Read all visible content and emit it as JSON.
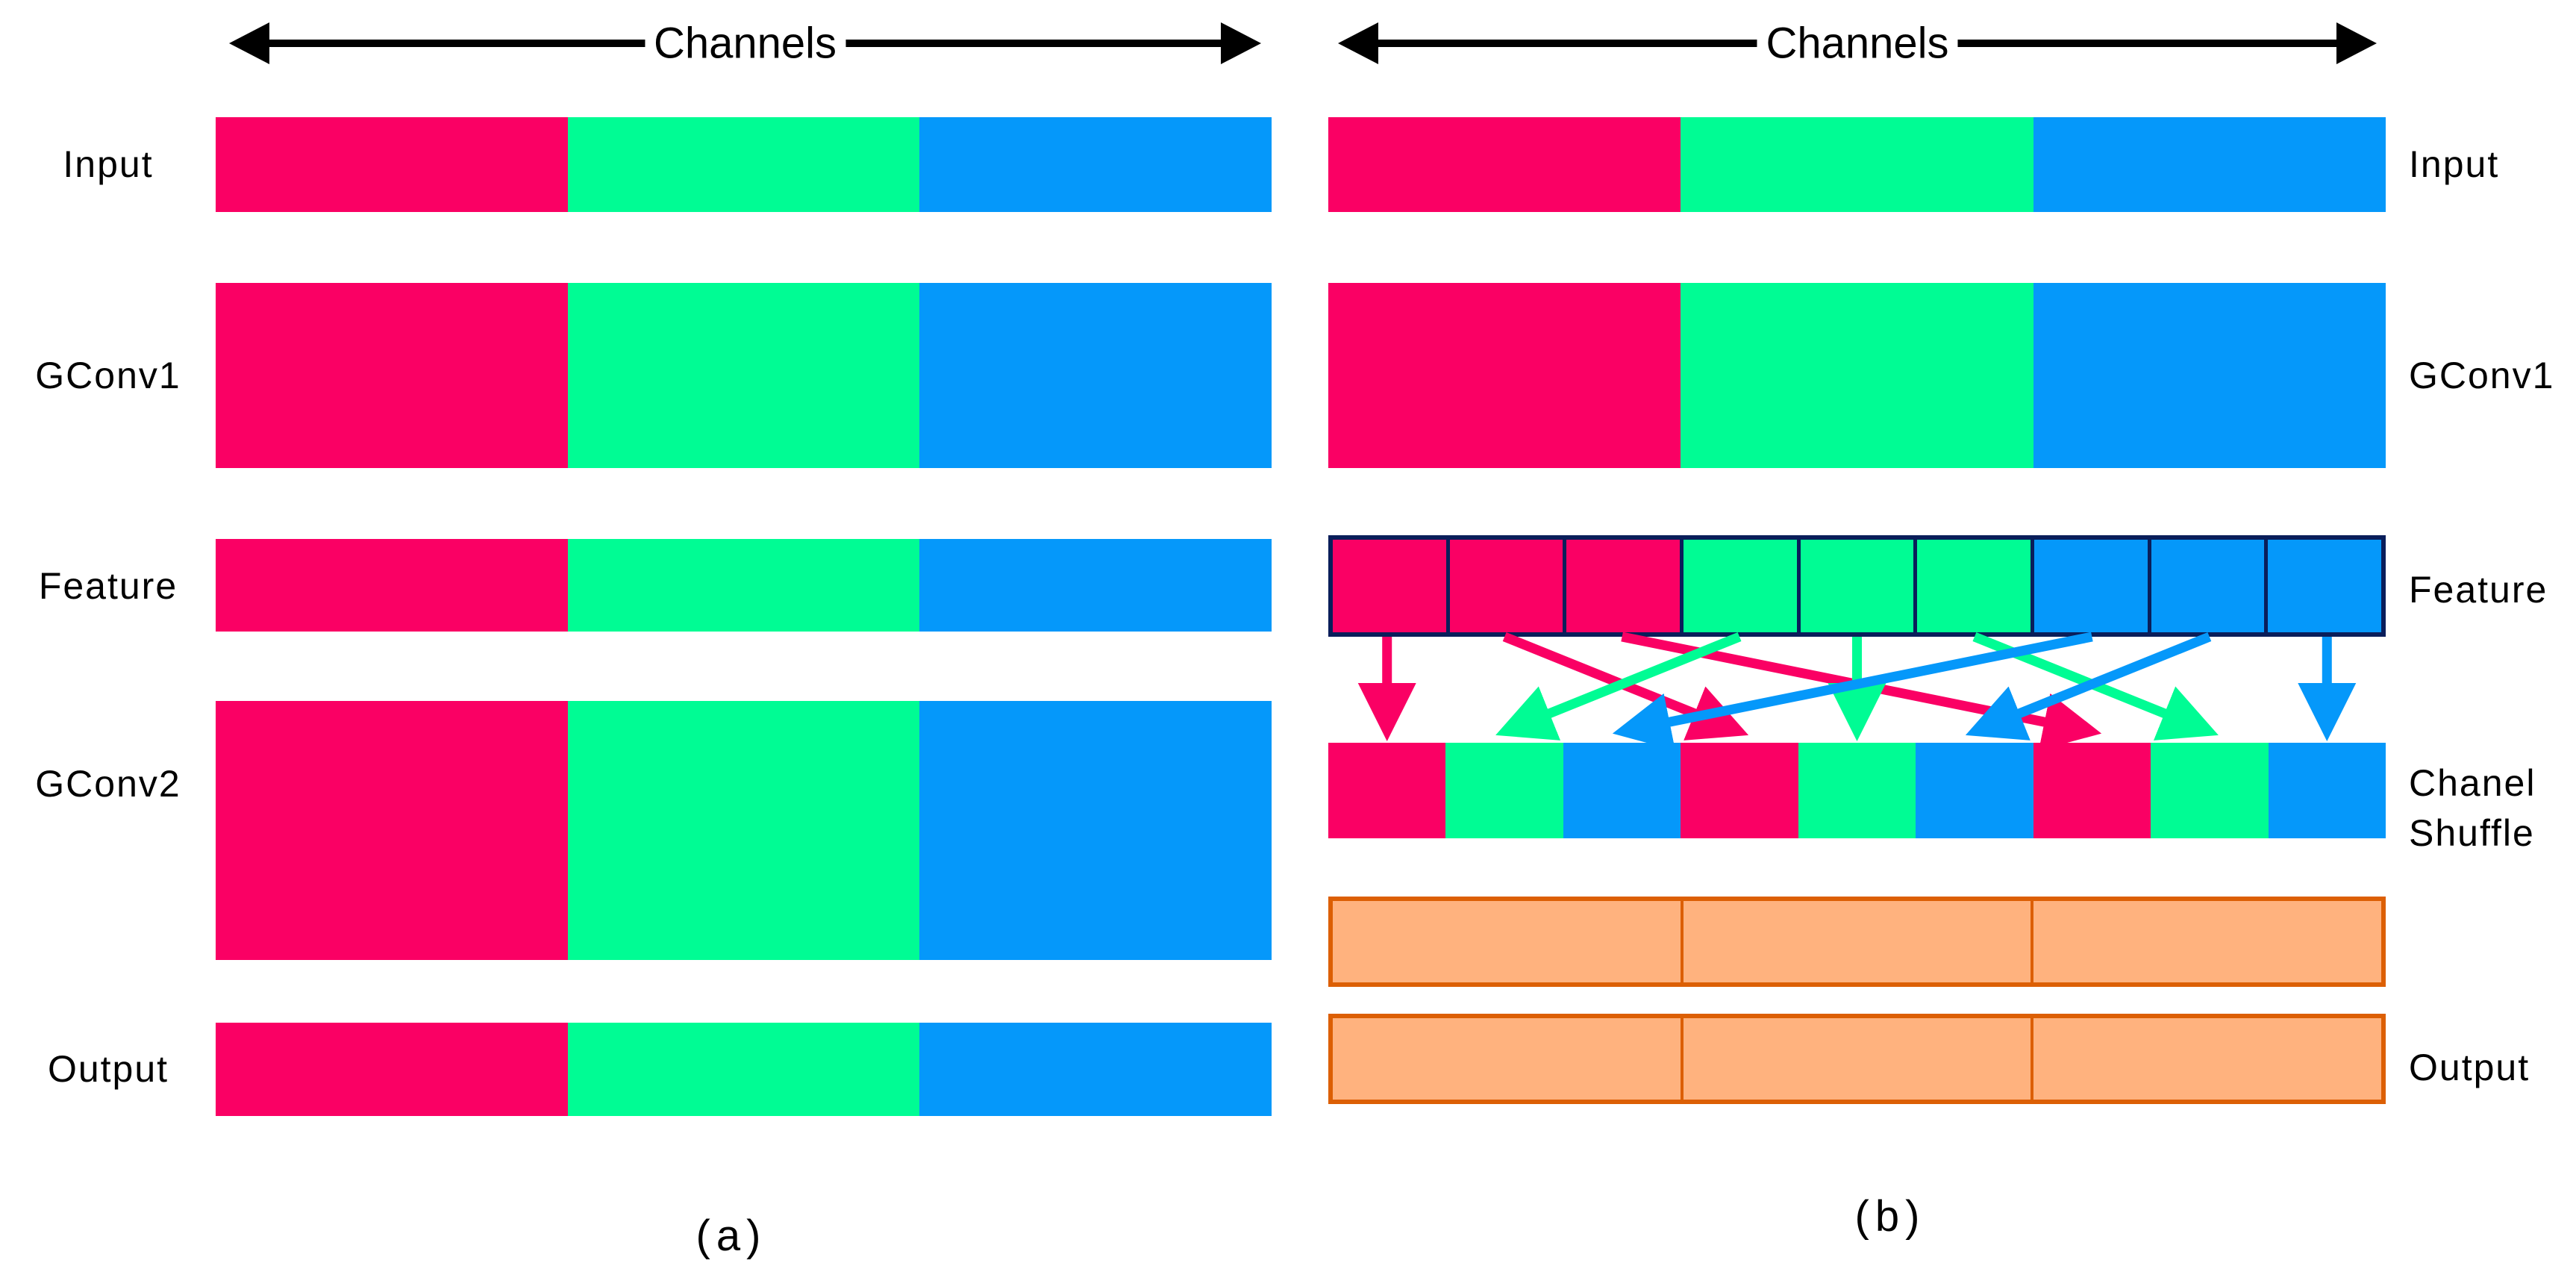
{
  "figure": {
    "type": "channel-shuffle-diagram",
    "group_count": 3,
    "channels_per_group": 3
  },
  "colors": {
    "pink": "#FA0064",
    "green": "#00FC94",
    "blue": "#0598FA",
    "navy": "#0A1E5A",
    "orange": "#FFB27E",
    "orange_border": "#DC5F04",
    "black": "#000000"
  },
  "panel_a": {
    "axis_label": "Channels",
    "caption": "(a)",
    "rows": [
      {
        "label": "Input",
        "cells": [
          "pink",
          "green",
          "blue"
        ]
      },
      {
        "label": "GConv1",
        "cells": [
          "pink",
          "green",
          "blue"
        ]
      },
      {
        "label": "Feature",
        "cells": [
          "pink",
          "green",
          "blue"
        ]
      },
      {
        "label": "GConv2",
        "cells": [
          "pink",
          "green",
          "blue"
        ]
      },
      {
        "label": "Output",
        "cells": [
          "pink",
          "green",
          "blue"
        ]
      }
    ]
  },
  "panel_b": {
    "axis_label": "Channels",
    "caption": "(b)",
    "labels": {
      "input": "Input",
      "gconv1": "GConv1",
      "feature": "Feature",
      "shuffle_line1": "Chanel",
      "shuffle_line2": "Shuffle",
      "output": "Output"
    },
    "input_cells": [
      "pink",
      "green",
      "blue"
    ],
    "gconv1_cells": [
      "pink",
      "green",
      "blue"
    ],
    "feature_cells": [
      "pink",
      "pink",
      "pink",
      "green",
      "green",
      "green",
      "blue",
      "blue",
      "blue"
    ],
    "shuffle_cells": [
      "pink",
      "green",
      "blue",
      "pink",
      "green",
      "blue",
      "pink",
      "green",
      "blue"
    ],
    "output_row1_cells": [
      "orange",
      "orange",
      "orange"
    ],
    "output_row2_cells": [
      "orange",
      "orange",
      "orange"
    ],
    "arrows": [
      {
        "from": 1,
        "to": 1,
        "color": "pink"
      },
      {
        "from": 2,
        "to": 4,
        "color": "pink"
      },
      {
        "from": 3,
        "to": 7,
        "color": "pink"
      },
      {
        "from": 4,
        "to": 2,
        "color": "green"
      },
      {
        "from": 5,
        "to": 5,
        "color": "green"
      },
      {
        "from": 6,
        "to": 8,
        "color": "green"
      },
      {
        "from": 7,
        "to": 3,
        "color": "blue"
      },
      {
        "from": 8,
        "to": 6,
        "color": "blue"
      },
      {
        "from": 9,
        "to": 9,
        "color": "blue"
      }
    ]
  }
}
